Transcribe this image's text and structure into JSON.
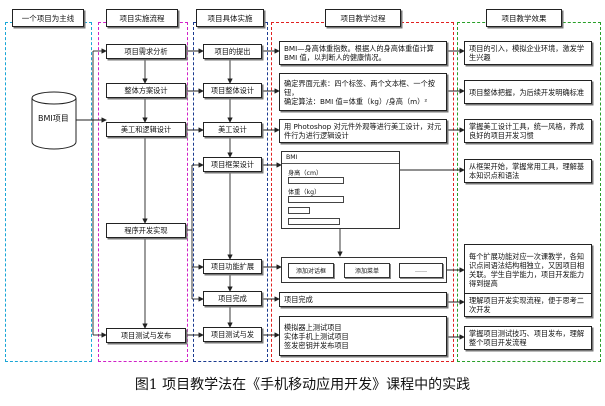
{
  "lanes": {
    "lane1_header": "一个项目为主线",
    "lane2_header": "项目实施流程",
    "lane3_header": "项目具体实施",
    "lane4_header": "项目教学过程",
    "lane5_header": "项目教学效果"
  },
  "cylinder_label": "BMI项目",
  "process": [
    "项目需求分析",
    "整体方案设计",
    "美工和逻辑设计",
    "程序开发实现",
    "项目测试与发布"
  ],
  "implementation": [
    "项目的提出",
    "项目整体设计",
    "美工设计",
    "项目框架设计",
    "项目功能扩展",
    "项目完成",
    "项目测试与发"
  ],
  "teaching": {
    "t1": "BMI—身高体重指数。根据人的身高体重值计算 BMI 值，以判断人的健康情况。",
    "t2a": "确定界面元素：四个标签、两个文本框、一个按钮，",
    "t2b": "确定算法：BMI 值=体重（kg）/身高（m）²",
    "t3": "用 Photoshop 对元件外观等进行美工设计，对元件行为进行逻辑设计",
    "t5": "项目完成",
    "t6": [
      "模拟器上测试项目",
      "实体手机上测试项目",
      "签发密钥并发布项目"
    ]
  },
  "mockup": {
    "title": "BMI",
    "height_label": "身高（cm）",
    "weight_label": "体重（kg）",
    "btn1": "添加对话框",
    "btn2": "添加菜单",
    "btn3": "……"
  },
  "effects": [
    "项目的引入，模拟企业环境，激发学生兴趣",
    "项目整体把握，为后续开发明确标准",
    "掌握美工设计工具，统一风格，养成良好的项目开发习惯",
    "从框架开始，掌握常用工具，理解基本知识点和语法",
    "每个扩展功能对应一次课教学，各知识点间语法结构相独立，又因项目相关联。学生自学能力，项目开发能力得到提高",
    "理解项目开发实现流程，便于思考二次开发",
    "掌握项目测试技巧、项目发布，理解整个项目开发流程"
  ],
  "caption": "图1  项目教学法在《手机移动应用开发》课程中的实践"
}
